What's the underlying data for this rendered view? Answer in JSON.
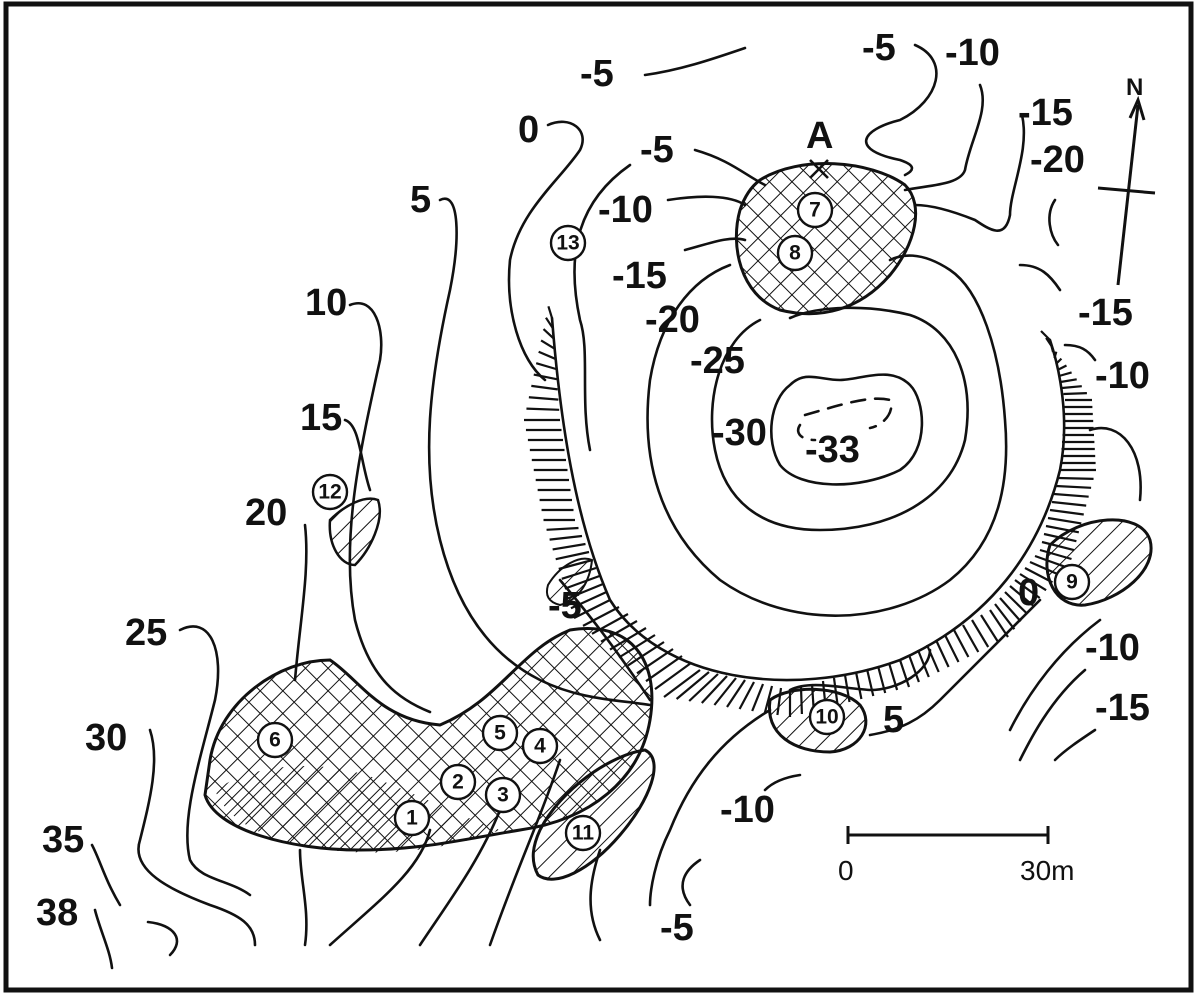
{
  "map": {
    "point_label": "A",
    "north_label": "N",
    "scale": {
      "start_label": "0",
      "end_label": "30m"
    },
    "contours": [
      {
        "id": "c-neg5-top",
        "label": "-5"
      },
      {
        "id": "c-0",
        "label": "0"
      },
      {
        "id": "c-5",
        "label": "5"
      },
      {
        "id": "c-10",
        "label": "10"
      },
      {
        "id": "c-15",
        "label": "15"
      },
      {
        "id": "c-20",
        "label": "20"
      },
      {
        "id": "c-25",
        "label": "25"
      },
      {
        "id": "c-30",
        "label": "30"
      },
      {
        "id": "c-35",
        "label": "35"
      },
      {
        "id": "c-38",
        "label": "38"
      },
      {
        "id": "c-neg5-ne",
        "label": "-5"
      },
      {
        "id": "c-neg10-ne",
        "label": "-10"
      },
      {
        "id": "c-neg15-ne",
        "label": "-15"
      },
      {
        "id": "c-neg20-ne",
        "label": "-20"
      },
      {
        "id": "c-neg5-in",
        "label": "-5"
      },
      {
        "id": "c-neg10-in",
        "label": "-10"
      },
      {
        "id": "c-neg15-in",
        "label": "-15"
      },
      {
        "id": "c-neg20-in",
        "label": "-20"
      },
      {
        "id": "c-neg25",
        "label": "-25"
      },
      {
        "id": "c-neg30",
        "label": "-30"
      },
      {
        "id": "c-neg33",
        "label": "-33"
      },
      {
        "id": "c-neg15-e",
        "label": "-15"
      },
      {
        "id": "c-neg10-e",
        "label": "-10"
      },
      {
        "id": "c-neg5-mid",
        "label": "-5"
      },
      {
        "id": "c-0-se",
        "label": "0"
      },
      {
        "id": "c-5-se",
        "label": "5"
      },
      {
        "id": "c-neg10-se",
        "label": "-10"
      },
      {
        "id": "c-neg15-se",
        "label": "-15"
      },
      {
        "id": "c-neg10-s",
        "label": "-10"
      },
      {
        "id": "c-neg5-s",
        "label": "-5"
      }
    ],
    "sites": [
      "1",
      "2",
      "3",
      "4",
      "5",
      "6",
      "7",
      "8",
      "9",
      "10",
      "11",
      "12",
      "13"
    ]
  }
}
